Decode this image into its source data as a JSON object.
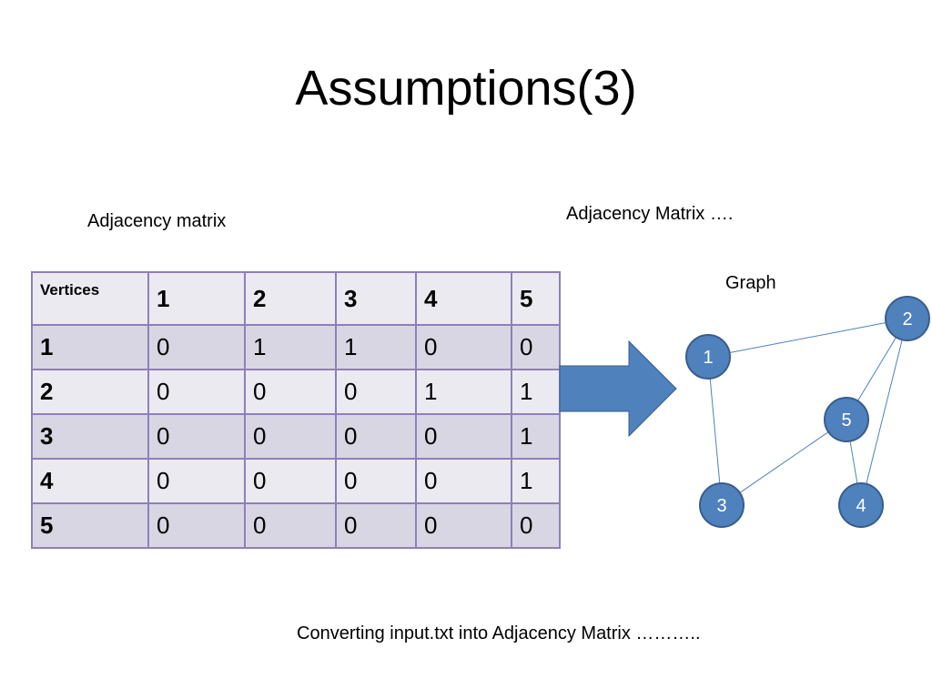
{
  "slide": {
    "title": "Assumptions(3)",
    "left_label": "Adjacency  matrix",
    "right_label": "Adjacency Matrix ….",
    "graph_label": "Graph",
    "caption": "Converting input.txt into Adjacency Matrix ……….."
  },
  "matrix": {
    "corner": "Vertices",
    "columns": [
      "1",
      "2",
      "3",
      "4",
      "5"
    ],
    "rows": [
      {
        "label": "1",
        "cells": [
          "0",
          "1",
          "1",
          "0",
          "0"
        ]
      },
      {
        "label": "2",
        "cells": [
          "0",
          "0",
          "0",
          "1",
          "1"
        ]
      },
      {
        "label": "3",
        "cells": [
          "0",
          "0",
          "0",
          "0",
          "1"
        ]
      },
      {
        "label": "4",
        "cells": [
          "0",
          "0",
          "0",
          "0",
          "1"
        ]
      },
      {
        "label": "5",
        "cells": [
          "0",
          "0",
          "0",
          "0",
          "0"
        ]
      }
    ]
  },
  "graph": {
    "nodes": [
      {
        "id": "1",
        "label": "1"
      },
      {
        "id": "2",
        "label": "2"
      },
      {
        "id": "3",
        "label": "3"
      },
      {
        "id": "4",
        "label": "4"
      },
      {
        "id": "5",
        "label": "5"
      }
    ],
    "edges": [
      {
        "from": "1",
        "to": "2"
      },
      {
        "from": "1",
        "to": "3"
      },
      {
        "from": "2",
        "to": "5"
      },
      {
        "from": "2",
        "to": "4"
      },
      {
        "from": "5",
        "to": "3"
      },
      {
        "from": "5",
        "to": "4"
      }
    ]
  },
  "colors": {
    "node_fill": "#4f81bd",
    "node_stroke": "#385d8a",
    "edge": "#4f81bd",
    "arrow_fill": "#4f81bd",
    "table_border": "#8f7fb9"
  }
}
